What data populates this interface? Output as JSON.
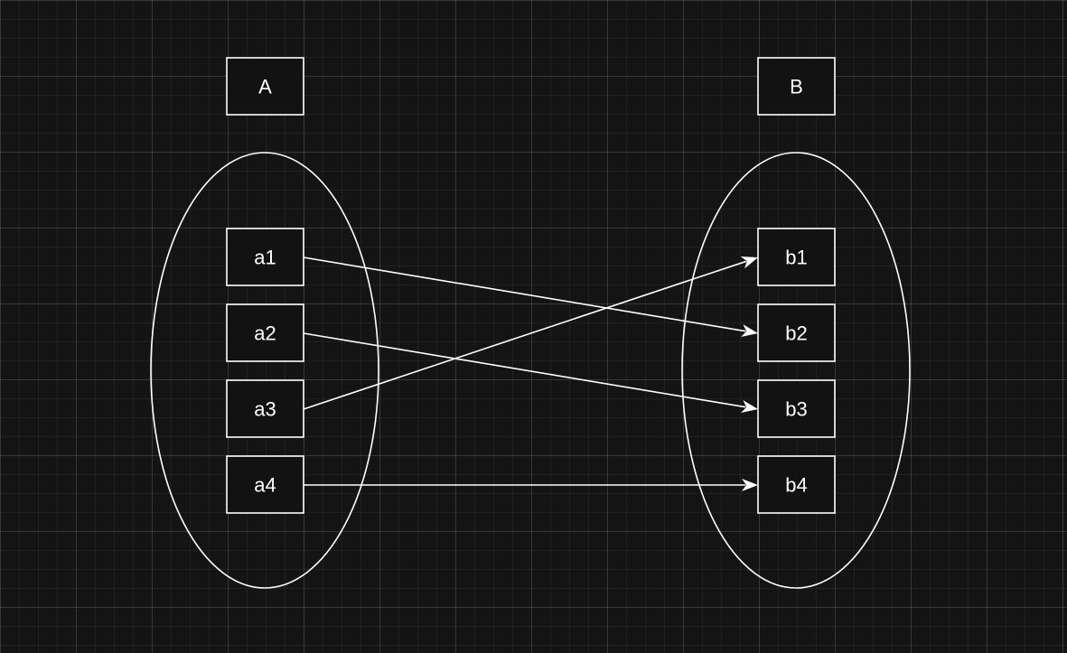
{
  "diagram": {
    "set_a": {
      "title": "A",
      "elements": [
        "a1",
        "a2",
        "a3",
        "a4"
      ]
    },
    "set_b": {
      "title": "B",
      "elements": [
        "b1",
        "b2",
        "b3",
        "b4"
      ]
    },
    "mappings": [
      {
        "from": "a1",
        "to": "b2"
      },
      {
        "from": "a2",
        "to": "b3"
      },
      {
        "from": "a3",
        "to": "b1"
      },
      {
        "from": "a4",
        "to": "b4"
      }
    ],
    "colors": {
      "background": "#141414",
      "stroke": "#ffffff",
      "text": "#ffffff"
    }
  }
}
